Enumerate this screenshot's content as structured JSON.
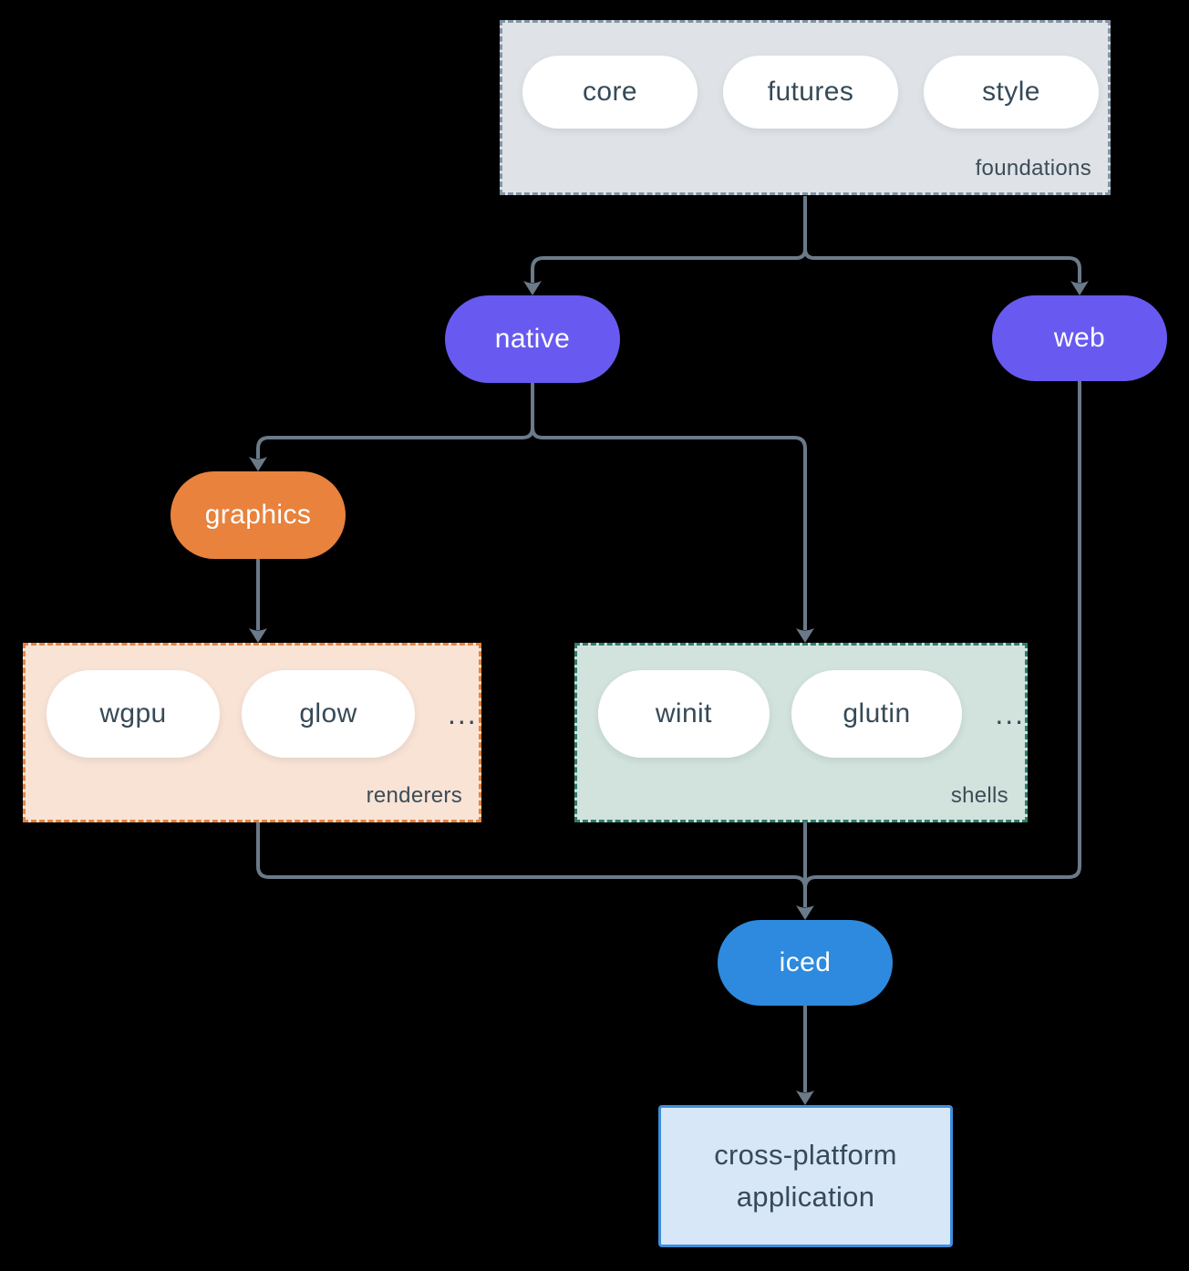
{
  "colors": {
    "background": "#000000",
    "arrow": "#6b7a89",
    "purple": "#685af0",
    "orange": "#e8823d",
    "blue": "#2e8ade",
    "foundations-fill": "#dfe3e7",
    "foundations-border": "#8494a4",
    "renderers-fill": "#f9e3d5",
    "renderers-border": "#e8823d",
    "shells-fill": "#d2e2dc",
    "shells-border": "#2d7d6e",
    "app-fill": "#d7e7f8",
    "app-border": "#3e8edc",
    "pill-white": "#ffffff",
    "pill-text-dark": "#364a57",
    "pill-text-light": "#ffffff",
    "label-text": "#3c4c58"
  },
  "groups": {
    "foundations": {
      "label": "foundations",
      "items": [
        "core",
        "futures",
        "style"
      ]
    },
    "renderers": {
      "label": "renderers",
      "items": [
        "wgpu",
        "glow"
      ],
      "ellipsis": "..."
    },
    "shells": {
      "label": "shells",
      "items": [
        "winit",
        "glutin"
      ],
      "ellipsis": "..."
    }
  },
  "nodes": {
    "native": {
      "label": "native"
    },
    "web": {
      "label": "web"
    },
    "graphics": {
      "label": "graphics"
    },
    "iced": {
      "label": "iced"
    }
  },
  "application": {
    "lines": [
      "cross-platform",
      "application"
    ]
  }
}
